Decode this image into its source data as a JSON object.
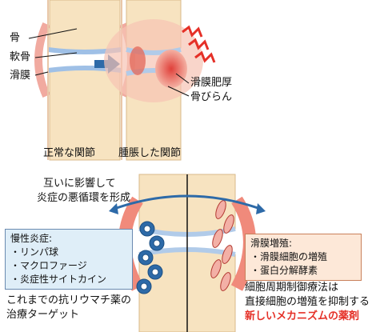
{
  "top": {
    "labels": {
      "bone": "骨",
      "cartilage": "軟骨",
      "synovium": "滑膜"
    },
    "right_labels": {
      "synovial_thickening": "滑膜肥厚",
      "pannus": "骨びらん"
    },
    "captions": {
      "normal": "正常な関節",
      "swollen": "腫脹した関節"
    }
  },
  "bottom": {
    "interaction_note": [
      "互いに影響して",
      "炎症の悪循環を形成"
    ],
    "left_box": {
      "title": "慢性炎症:",
      "items": [
        "・リンパ球",
        "・マクロファージ",
        "・炎症性サイトカイン"
      ]
    },
    "right_box": {
      "title": "滑膜増殖:",
      "items": [
        "・滑膜細胞の増殖",
        "・蛋白分解酵素"
      ]
    },
    "left_note": [
      "これまでの抗リウマチ薬の",
      "治療ターゲット"
    ],
    "right_note": [
      "細胞周期制御療法は",
      "直接細胞の増殖を抑制する"
    ],
    "highlight": "新しいメカニズムの薬剤"
  },
  "colors": {
    "bone": "#f6e6c2",
    "synovium_pink": "#f2b4a6",
    "inflamed_red": "#e0403a",
    "arrow_blue": "#2d6aa8",
    "highlight_red": "#e53027"
  }
}
